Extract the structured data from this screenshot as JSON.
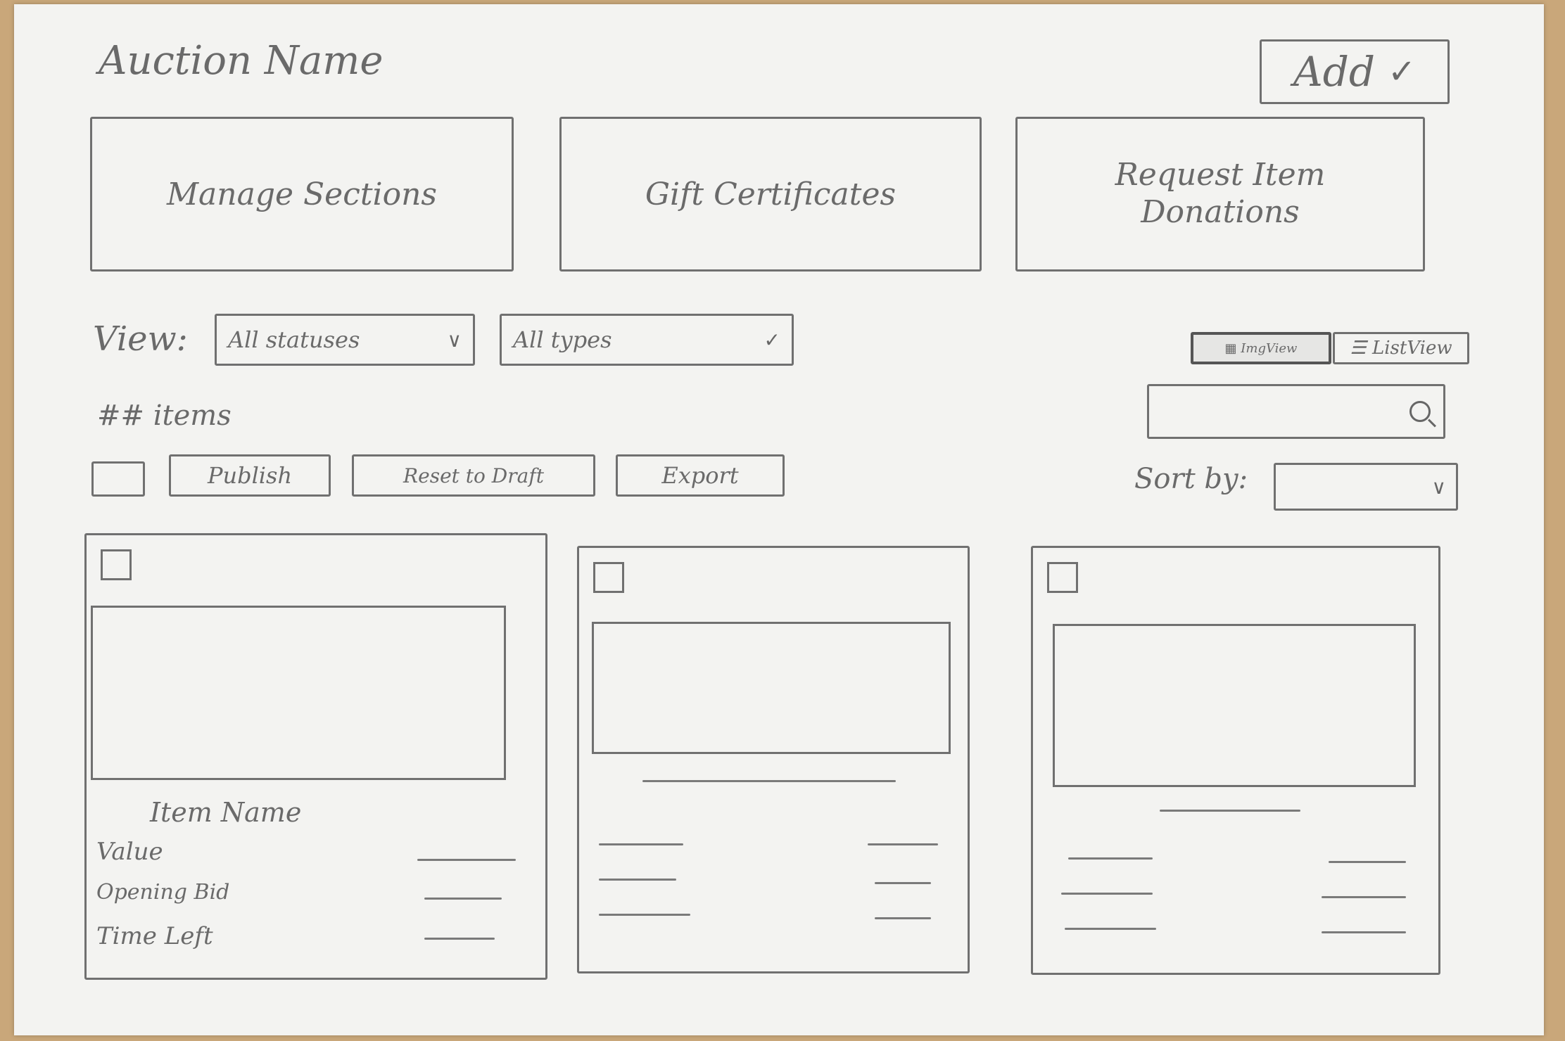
{
  "header": {
    "title": "Auction Name",
    "add_label": "Add",
    "add_chevron": "✓"
  },
  "tiles": [
    {
      "label": "Manage Sections"
    },
    {
      "label": "Gift Certificates"
    },
    {
      "label": "Request Item Donations"
    }
  ],
  "filters": {
    "view_label": "View:",
    "status_value": "All statuses",
    "type_value": "All types"
  },
  "view_toggle": {
    "image_view_label": "▦ ImgView",
    "list_view_label": "☰ ListView",
    "selected": "image"
  },
  "toolbar": {
    "items_count": "## items",
    "publish_label": "Publish",
    "reset_label": "Reset to Draft",
    "export_label": "Export",
    "sort_label": "Sort by:",
    "sort_value": ""
  },
  "search": {
    "placeholder": ""
  },
  "card": {
    "item_name": "Item Name",
    "value_label": "Value",
    "opening_bid_label": "Opening Bid",
    "time_left_label": "Time Left"
  },
  "icons": {
    "search": "search-icon",
    "chevron": "chevron-down-icon"
  }
}
